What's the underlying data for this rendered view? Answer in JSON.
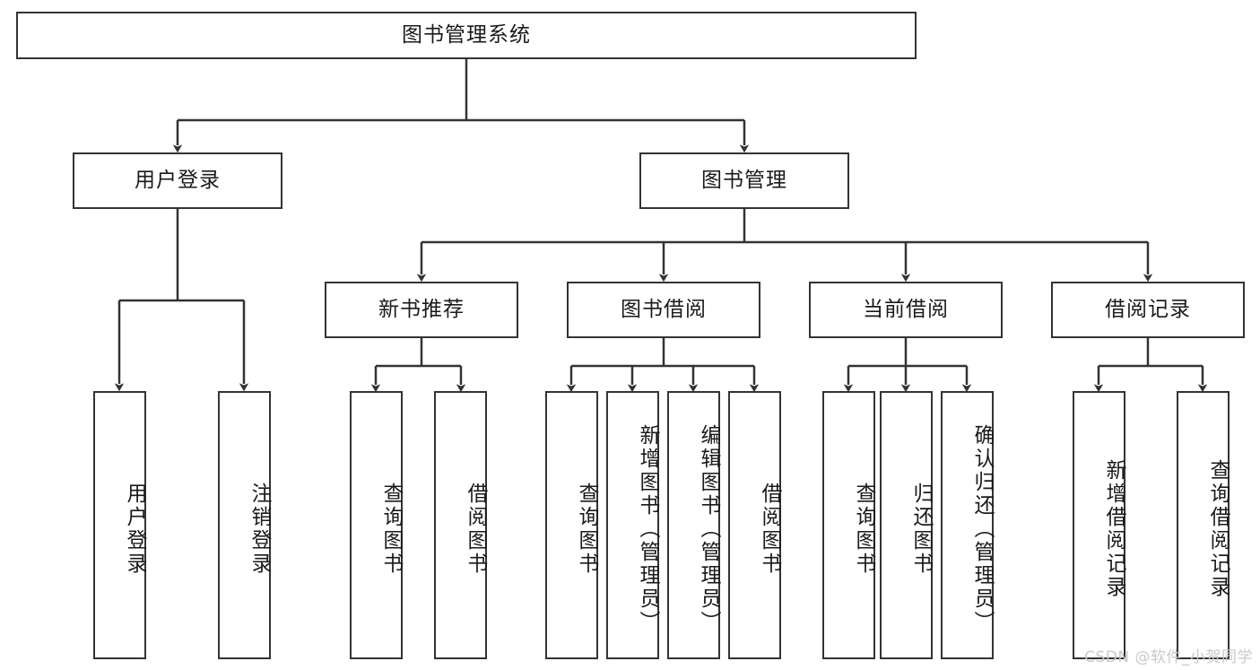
{
  "diagram": {
    "title": "图书管理系统",
    "type": "hierarchy-tree",
    "watermark": "CSDN @软件_小贺同学",
    "colors": {
      "stroke": "#333333",
      "fill": "#ffffff",
      "text": "#1a1a1a",
      "watermark": "#c9c9c9"
    },
    "levels": {
      "root": {
        "label": "图书管理系统"
      },
      "level2": [
        {
          "label": "用户登录"
        },
        {
          "label": "图书管理"
        }
      ],
      "level3": [
        {
          "label": "新书推荐"
        },
        {
          "label": "图书借阅"
        },
        {
          "label": "当前借阅"
        },
        {
          "label": "借阅记录"
        }
      ],
      "leaves": {
        "user_login": [
          {
            "label": "用户登录"
          },
          {
            "label": "注销登录"
          }
        ],
        "new_book": [
          {
            "label": "查询图书"
          },
          {
            "label": "借阅图书"
          }
        ],
        "book_borrow": [
          {
            "label": "查询图书"
          },
          {
            "label": "新增图书（管理员）"
          },
          {
            "label": "编辑图书（管理员）"
          },
          {
            "label": "借阅图书"
          }
        ],
        "current_borrow": [
          {
            "label": "查询图书"
          },
          {
            "label": "归还图书"
          },
          {
            "label": "确认归还（管理员）"
          }
        ],
        "borrow_record": [
          {
            "label": "新增借阅记录"
          },
          {
            "label": "查询借阅记录"
          }
        ]
      }
    }
  }
}
